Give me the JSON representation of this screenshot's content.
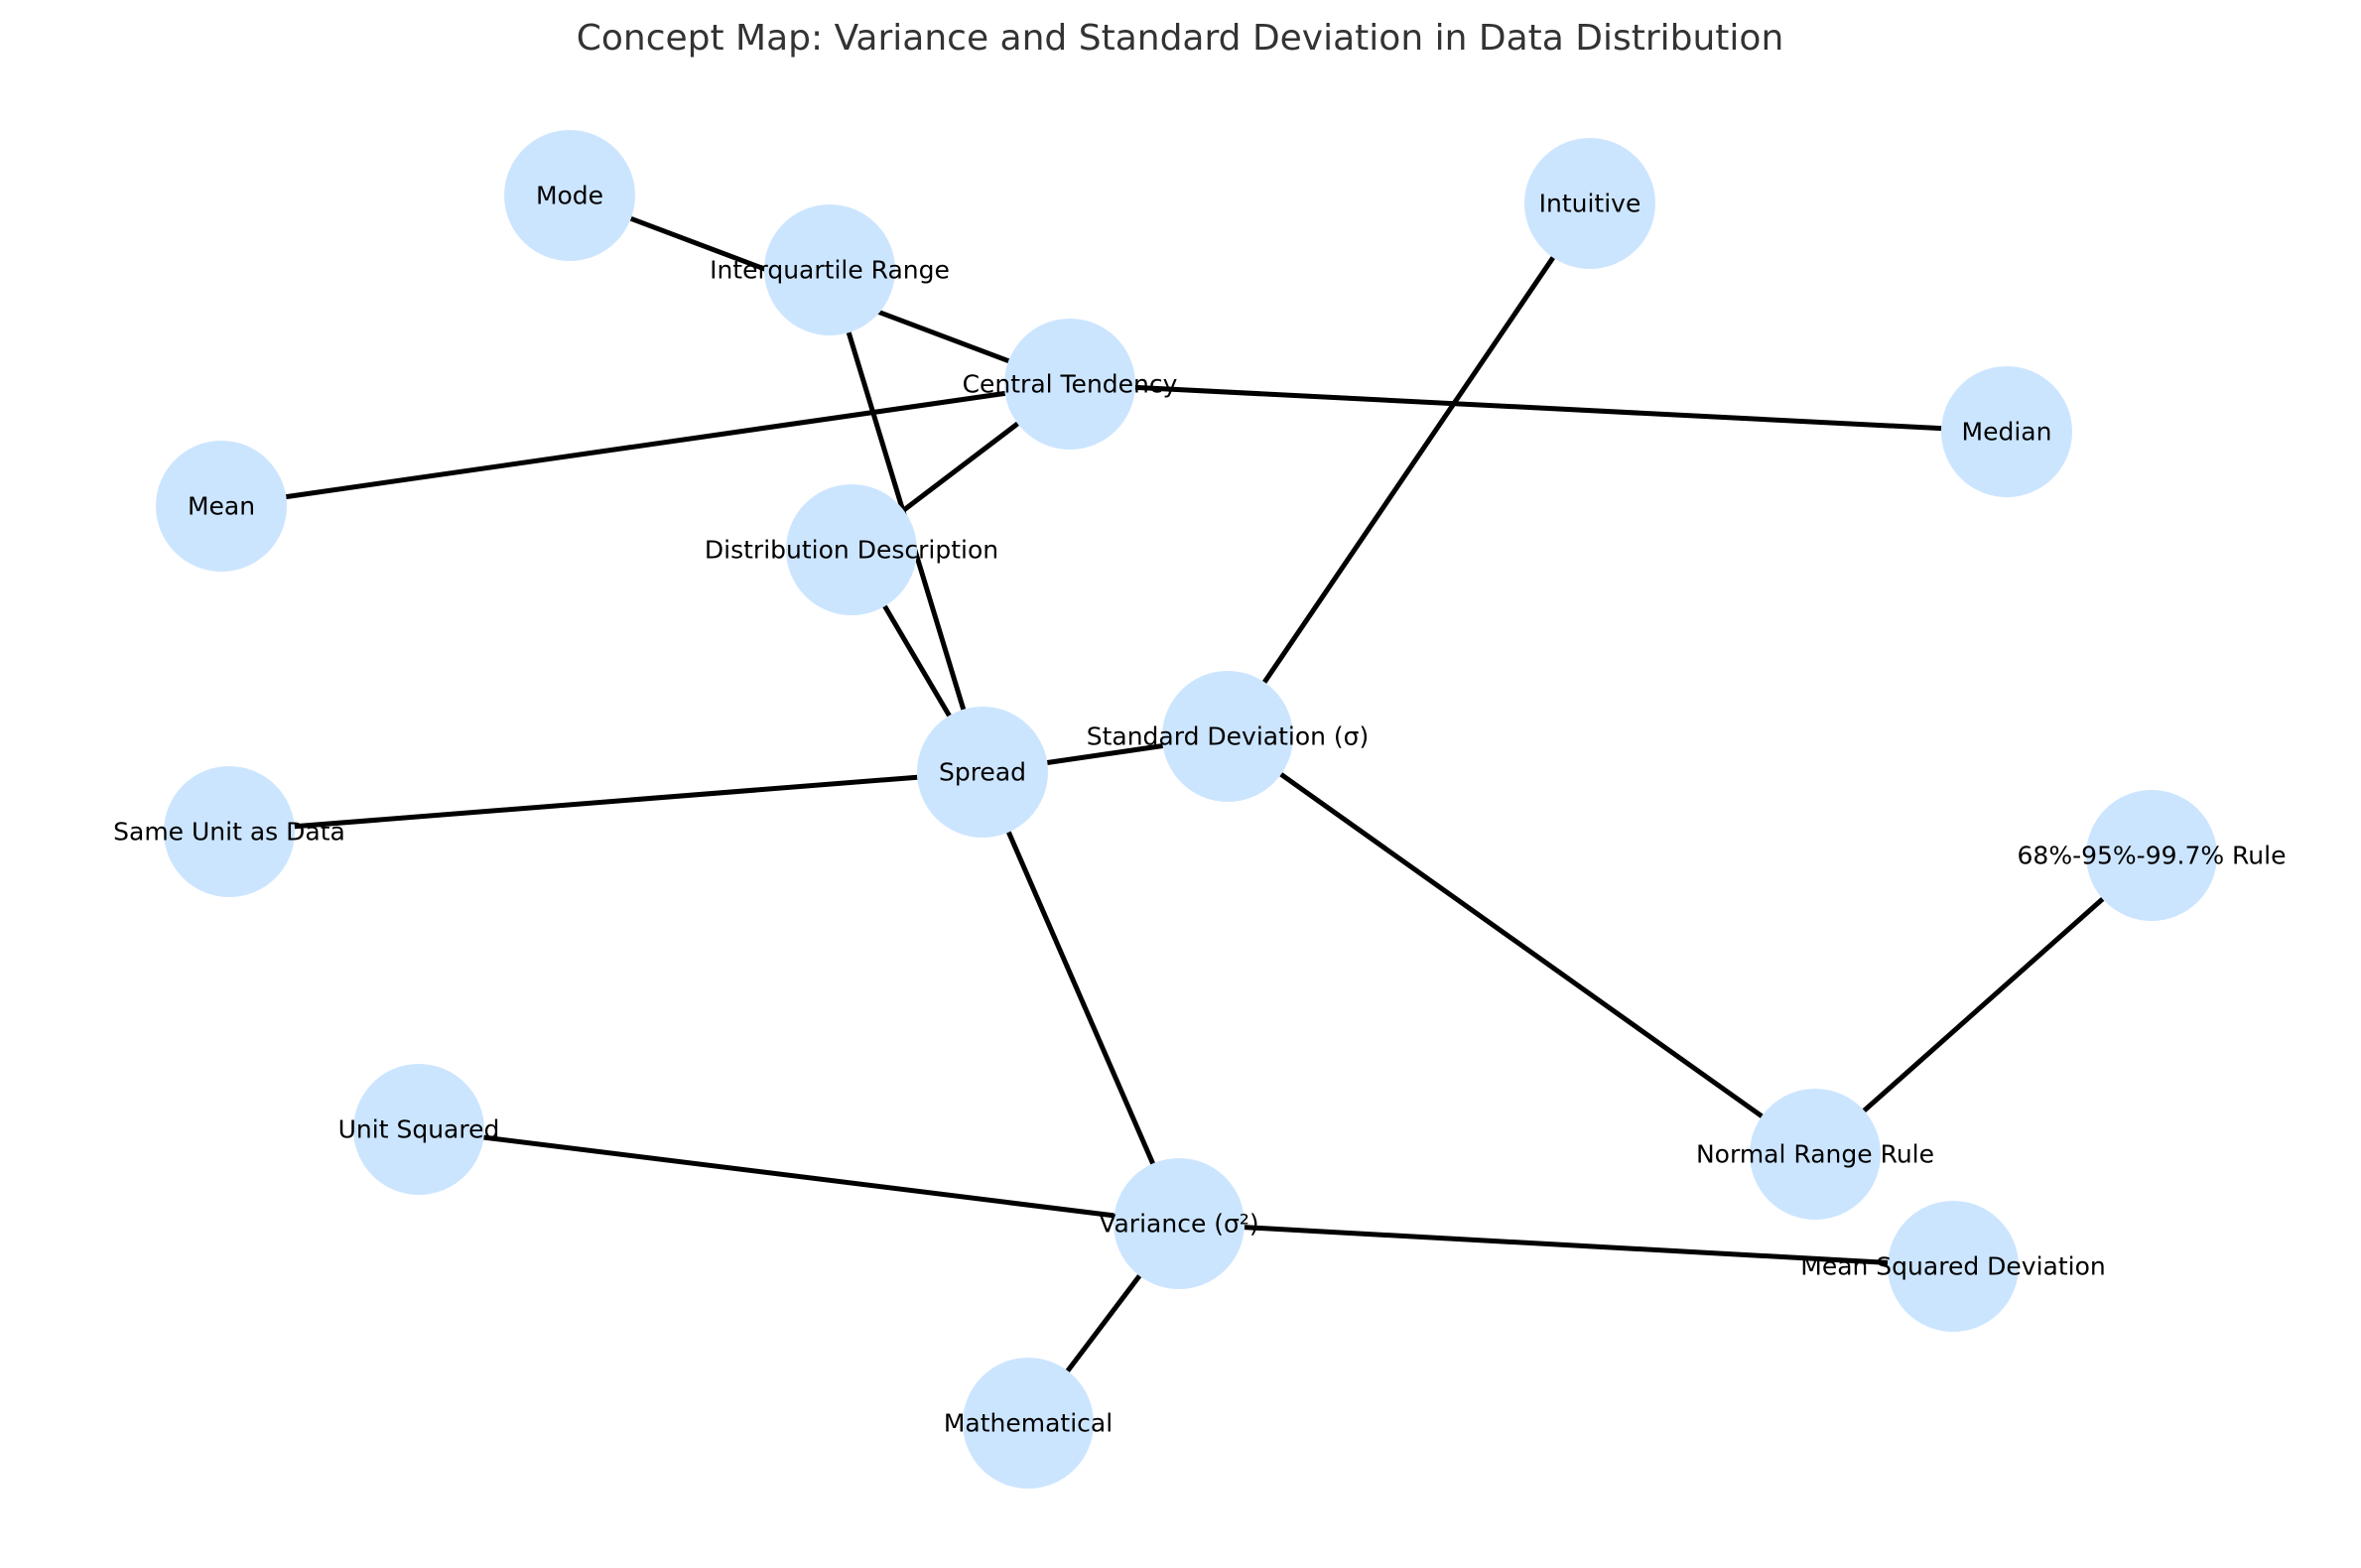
{
  "title": "Concept Map: Variance and Standard Deviation in Data Distribution",
  "colors": {
    "node_fill": "#cce5ff",
    "edge": "#000000",
    "title": "#333333",
    "background": "#ffffff"
  },
  "nodes": [
    {
      "id": "mode",
      "label": "Mode"
    },
    {
      "id": "iqr",
      "label": "Interquartile Range"
    },
    {
      "id": "intuitive",
      "label": "Intuitive"
    },
    {
      "id": "central",
      "label": "Central Tendency"
    },
    {
      "id": "median",
      "label": "Median"
    },
    {
      "id": "mean",
      "label": "Mean"
    },
    {
      "id": "distdesc",
      "label": "Distribution Description"
    },
    {
      "id": "spread",
      "label": "Spread"
    },
    {
      "id": "stddev",
      "label": "Standard Deviation (σ)"
    },
    {
      "id": "sameunit",
      "label": "Same Unit as Data"
    },
    {
      "id": "rule",
      "label": "68%-95%-99.7% Rule"
    },
    {
      "id": "unitsq",
      "label": "Unit Squared"
    },
    {
      "id": "normal",
      "label": "Normal Range Rule"
    },
    {
      "id": "variance",
      "label": "Variance (σ²)"
    },
    {
      "id": "msd",
      "label": "Mean Squared Deviation"
    },
    {
      "id": "math",
      "label": "Mathematical"
    }
  ],
  "edges": [
    [
      "mode",
      "central"
    ],
    [
      "iqr",
      "spread"
    ],
    [
      "central",
      "median"
    ],
    [
      "central",
      "mean"
    ],
    [
      "central",
      "distdesc"
    ],
    [
      "distdesc",
      "spread"
    ],
    [
      "spread",
      "sameunit"
    ],
    [
      "spread",
      "stddev"
    ],
    [
      "spread",
      "variance"
    ],
    [
      "stddev",
      "intuitive"
    ],
    [
      "stddev",
      "normal"
    ],
    [
      "normal",
      "rule"
    ],
    [
      "variance",
      "unitsq"
    ],
    [
      "variance",
      "msd"
    ],
    [
      "variance",
      "math"
    ]
  ]
}
